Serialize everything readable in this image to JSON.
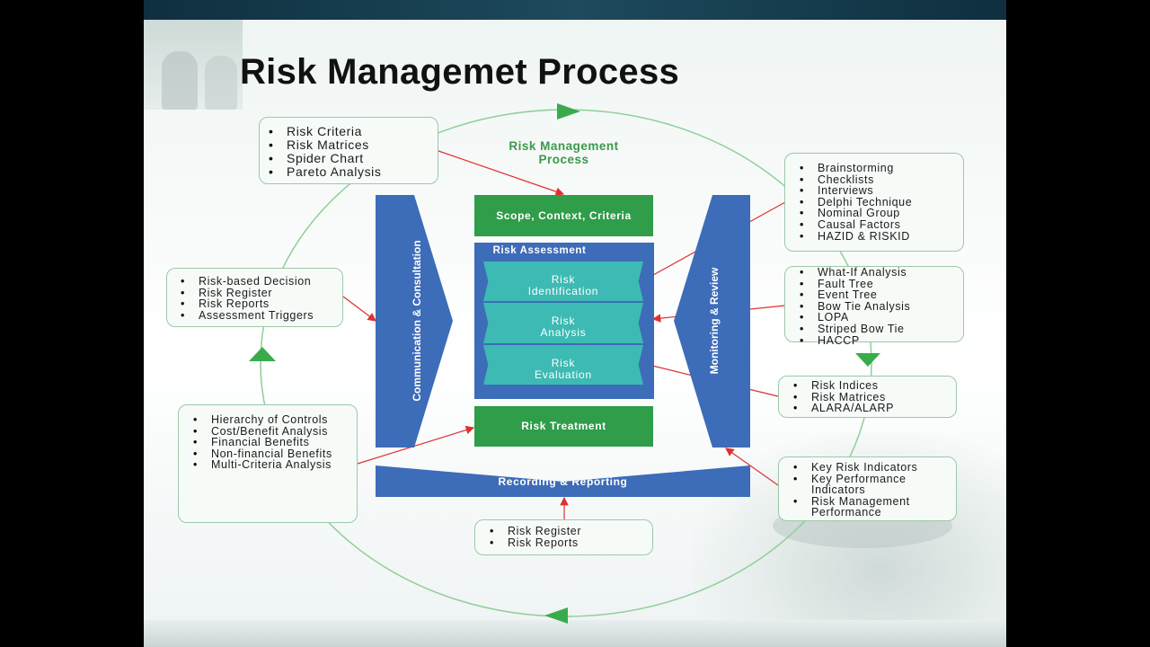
{
  "slide": {
    "title": "Risk Managemet Process",
    "caption_line1": "Risk Management",
    "caption_line2": "Process"
  },
  "center": {
    "scope": "Scope, Context, Criteria",
    "assessment": "Risk Assessment",
    "identification": [
      "Risk",
      "Identification"
    ],
    "analysis": [
      "Risk",
      "Analysis"
    ],
    "evaluation": [
      "Risk",
      "Evaluation"
    ],
    "treatment": "Risk Treatment",
    "recording": "Recording & Reporting",
    "left_band": "Communication & Consultation",
    "right_band": "Monitoring & Review"
  },
  "boxes": {
    "criteria": [
      "Risk Criteria",
      "Risk Matrices",
      "Spider Chart",
      "Pareto Analysis"
    ],
    "identification_tools": [
      "Brainstorming",
      "Checklists",
      "Interviews",
      "Delphi Technique",
      "Nominal Group",
      "Causal Factors",
      "HAZID & RISKID"
    ],
    "analysis_tools": [
      "What-If Analysis",
      "Fault Tree",
      "Event Tree",
      "Bow Tie Analysis",
      "LOPA",
      "Striped Bow Tie",
      "HACCP"
    ],
    "evaluation_tools": [
      "Risk Indices",
      "Risk Matrices",
      "ALARA/ALARP"
    ],
    "decision": [
      "Risk-based Decision",
      "Risk Register",
      "Risk Reports",
      "Assessment Triggers"
    ],
    "treatment": [
      "Hierarchy of Controls",
      "Cost/Benefit Analysis",
      "Financial Benefits",
      "Non-financial Benefits",
      "Multi-Criteria Analysis"
    ],
    "monitoring": [
      "Key Risk Indicators",
      "Key Performance Indicators",
      "Risk Management Performance"
    ],
    "reporting": [
      "Risk Register",
      "Risk Reports"
    ]
  },
  "colors": {
    "accent_green": "#2f9d4a",
    "band_blue": "#3d6cb8",
    "teal": "#3dbab3",
    "arrow_red": "#e03030",
    "cycle_green": "#6fc07a"
  }
}
